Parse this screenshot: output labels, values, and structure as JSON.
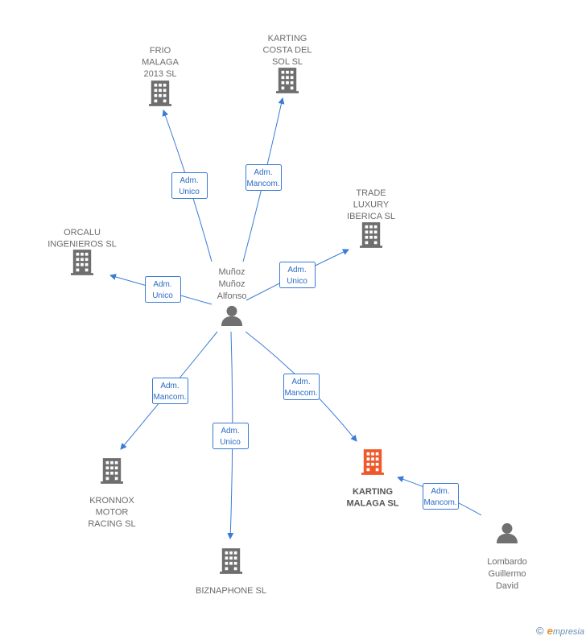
{
  "colors": {
    "edge": "#3a7bd5",
    "company": "#6e6e6e",
    "focus_company": "#f0582a",
    "person": "#707070",
    "label_border": "#3a7bd5",
    "label_text": "#2b6cc4"
  },
  "nodes": [
    {
      "id": "frio",
      "type": "company",
      "icon": "building-icon",
      "label": [
        "FRIO",
        "MALAGA",
        "2013  SL"
      ]
    },
    {
      "id": "karting_costa",
      "type": "company",
      "icon": "building-icon",
      "label": [
        "KARTING",
        "COSTA DEL",
        "SOL SL"
      ]
    },
    {
      "id": "trade",
      "type": "company",
      "icon": "building-icon",
      "label": [
        "TRADE",
        "LUXURY",
        "IBERICA SL"
      ]
    },
    {
      "id": "orcalu",
      "type": "company",
      "icon": "building-icon",
      "label": [
        "ORCALU",
        "INGENIEROS SL"
      ]
    },
    {
      "id": "munoz",
      "type": "person",
      "icon": "person-icon",
      "label": [
        "Muñoz",
        "Muñoz",
        "Alfonso"
      ]
    },
    {
      "id": "kronnox",
      "type": "company",
      "icon": "building-icon",
      "label": [
        "KRONNOX",
        "MOTOR",
        "RACING SL"
      ]
    },
    {
      "id": "biznaphone",
      "type": "company",
      "icon": "building-icon",
      "label": [
        "BIZNAPHONE SL"
      ]
    },
    {
      "id": "karting_malaga",
      "type": "focus-company",
      "icon": "building-icon",
      "label": [
        "KARTING",
        "MALAGA SL"
      ]
    },
    {
      "id": "lombardo",
      "type": "person",
      "icon": "person-icon",
      "label": [
        "Lombardo",
        "Guillermo",
        "David"
      ]
    }
  ],
  "edges": [
    {
      "from": "munoz",
      "to": "frio",
      "label": [
        "Adm.",
        "Unico"
      ]
    },
    {
      "from": "munoz",
      "to": "karting_costa",
      "label": [
        "Adm.",
        "Mancom."
      ]
    },
    {
      "from": "munoz",
      "to": "trade",
      "label": [
        "Adm.",
        "Unico"
      ]
    },
    {
      "from": "munoz",
      "to": "orcalu",
      "label": [
        "Adm.",
        "Unico"
      ]
    },
    {
      "from": "munoz",
      "to": "kronnox",
      "label": [
        "Adm.",
        "Mancom."
      ]
    },
    {
      "from": "munoz",
      "to": "biznaphone",
      "label": [
        "Adm.",
        "Unico"
      ]
    },
    {
      "from": "munoz",
      "to": "karting_malaga",
      "label": [
        "Adm.",
        "Mancom."
      ]
    },
    {
      "from": "lombardo",
      "to": "karting_malaga",
      "label": [
        "Adm.",
        "Mancom."
      ]
    }
  ],
  "brand": {
    "copyright": "©",
    "initial": "e",
    "rest": "mpresia"
  }
}
